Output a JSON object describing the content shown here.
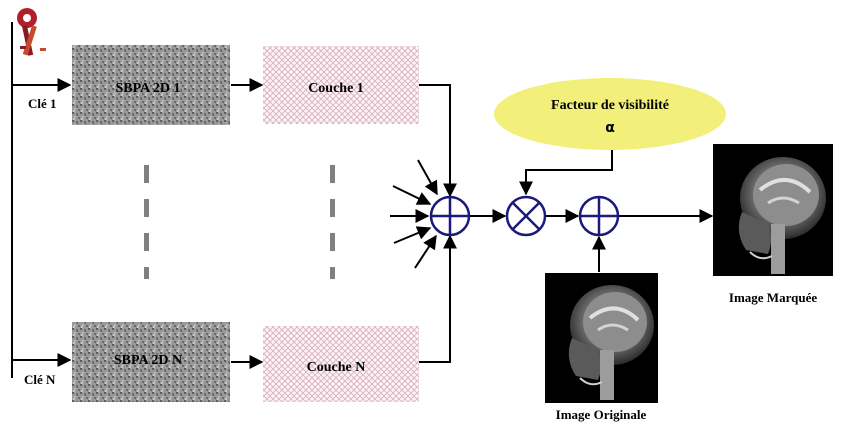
{
  "keys": {
    "first_label": "Clé 1",
    "last_label": "Clé N"
  },
  "generators": {
    "first_label": "SBPA 2D 1",
    "last_label": "SBPA 2D N"
  },
  "layers": {
    "first_label": "Couche 1",
    "last_label": "Couche N"
  },
  "visibility_factor": {
    "label": "Facteur de visibilité",
    "symbol": "α"
  },
  "images": {
    "original_label": "Image Originale",
    "watermarked_label": "Image Marquée"
  },
  "colors": {
    "operator_stroke": "#1a1a7a",
    "factor_fill": "#f2f07a",
    "block_dark": "#8c8c8c",
    "block_light_pattern": "#e6c8d2",
    "key_icon": "#b0202a",
    "dashes": "#808080"
  },
  "icons": {
    "keys": "keys-icon",
    "sum": "circled-plus-icon",
    "product": "circled-times-icon"
  }
}
